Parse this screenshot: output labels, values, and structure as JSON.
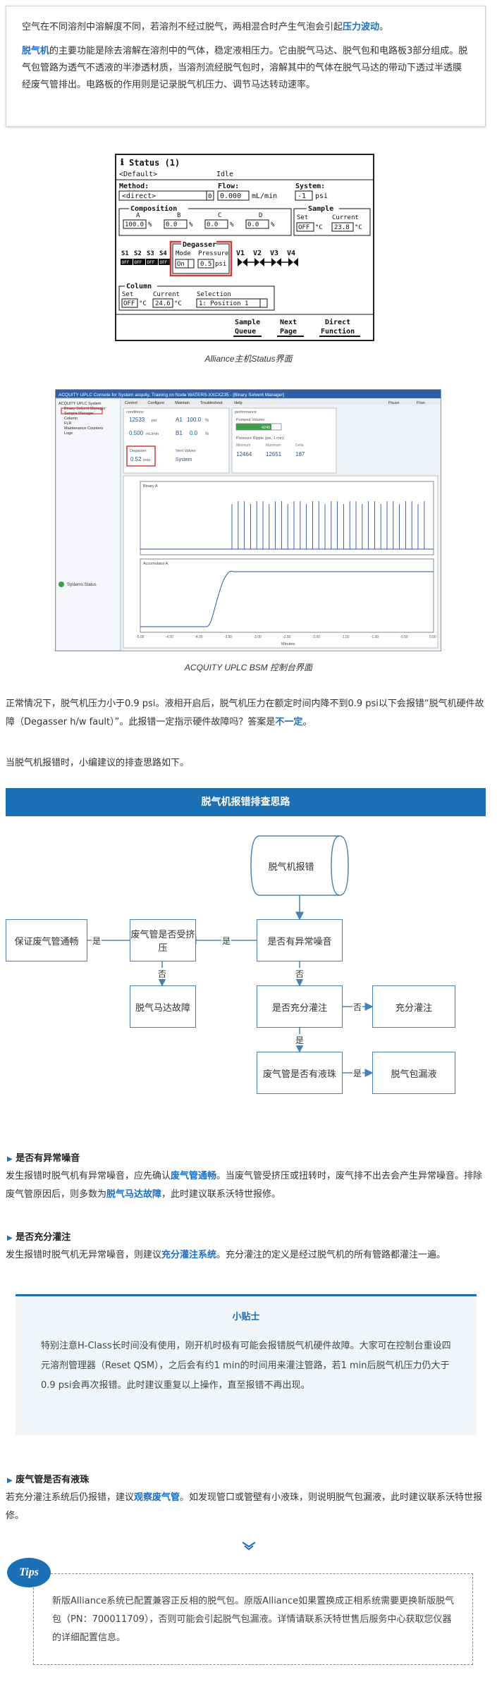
{
  "intro": {
    "p1_a": "空气在不同溶剂中溶解度不同，若溶剂不经过脱气，两相混合时产生气泡会引起",
    "p1_hl": "压力波动",
    "p1_b": "。",
    "p2_hl": "脱气机",
    "p2_a": "的主要功能是除去溶解在溶剂中的气体，稳定液相压力。它由脱气马达、脱气包和电路板3部分组成。脱气包管路为透气不透液的半渗透材质，当溶剂流经脱气包时，溶解其中的气体在脱气马达的带动下透过半透膜经废气管排出。电路板的作用则是记录脱气机压力、调节马达转动速率。"
  },
  "alliance": {
    "title": "Status (1)",
    "default_label": "<Default>",
    "idle": "Idle",
    "method_label": "Method:",
    "method_value": "<direct>",
    "method_num": "0",
    "flow_label": "Flow:",
    "flow_value": "0.000",
    "flow_unit": "mL/min",
    "system_label": "System:",
    "system_value": "-1",
    "system_unit": "psi",
    "composition_label": "Composition",
    "comp_letters": [
      "A",
      "B",
      "C",
      "D"
    ],
    "comp_values": [
      "100.0",
      "0.0",
      "0.0",
      "0.0"
    ],
    "pct": "%",
    "sample_label": "Sample",
    "sample_set_label": "Set",
    "sample_current_label": "Current",
    "sample_set_value": "OFF",
    "sample_current_value": "23.8",
    "deg_c": "°C",
    "s_labels": [
      "S1",
      "S2",
      "S3",
      "S4"
    ],
    "s_value": "OFF",
    "degasser_label": "Degasser",
    "mode_label": "Mode",
    "pressure_label": "Pressure",
    "mode_value": "On",
    "pressure_value": "0.5",
    "v_labels": [
      "V1",
      "V2",
      "V3",
      "V4"
    ],
    "column_label": "Column",
    "col_set_label": "Set",
    "col_current_label": "Current",
    "col_selection_label": "Selection",
    "col_set_value": "OFF",
    "col_current_value": "24.6",
    "col_selection_value": "1: Position 1",
    "btn_sample_queue": [
      "Sample",
      "Queue"
    ],
    "btn_next_page": [
      "Next",
      "Page"
    ],
    "btn_direct_function": [
      "Direct",
      "Function"
    ],
    "caption": "Alliance主机Status界面"
  },
  "acquity": {
    "title": "ACQUITY UPLC Console for System acquity, Training on Node WATERS-XXCXZ35 - [Binary Solvent Manager]",
    "tree": [
      "ACQUITY UPLC System",
      "Binary Solvent Manager",
      "Sample Manager",
      "Column",
      "FLR",
      "Maintenance Counters",
      "Logs"
    ],
    "menu": [
      "Control",
      "Configure",
      "Maintain",
      "Troubleshoot",
      "Help"
    ],
    "pause": "Pause",
    "flow_label": "Flow",
    "conditions_label": "conditions",
    "pressure_value": "12533",
    "pressure_unit": "psi",
    "flow_value": "0.500",
    "flow_unit": "mL/min",
    "a1_label": "A1",
    "a1_value": "100.0",
    "b1_label": "B1",
    "b1_value": "0.0",
    "pct": "%",
    "degasser_label": "Degasser",
    "degasser_value": "0.52",
    "degasser_unit": "psia",
    "vent_label": "Vent Valves",
    "vent_value": "System",
    "performance_label": "performance",
    "pumped_label": "Pumped Volume",
    "pumped_value": "4240 L",
    "ripple_label": "Pressure Ripple (psi, 1 min)",
    "ripple_heads": [
      "Minimum",
      "Maximum",
      "Delta"
    ],
    "ripple_values": [
      "12464",
      "12651",
      "187"
    ],
    "system_status": "Systems Status",
    "plot1_label": "Binary A",
    "plot2_label": "Accumulator A",
    "xlabel": "Minutes",
    "x_ticks": [
      "-5.00",
      "-4.50",
      "-4.00",
      "-3.50",
      "-3.00",
      "-2.50",
      "-2.00",
      "-1.50",
      "-1.00",
      "-0.50",
      "0.00"
    ],
    "caption": "ACQUITY UPLC BSM 控制台界面"
  },
  "para1_a": "正常情况下，脱气机压力小于0.9 psi。液相开启后，脱气机压力在额定时间内降不到0.9 psi以下会报错“脱气机硬件故障（Degasser h/w fault）”。此报错一定指示硬件故障吗？答案是",
  "para1_hl": "不一定",
  "para1_b": "。",
  "para2": "当脱气机报错时，小编建议的排查思路如下。",
  "banner": "脱气机报错排查思路",
  "flow": {
    "start": "脱气机报错",
    "q1": "是否有异常噪音",
    "q2": "废气管是否受挤压",
    "r1": "保证废气管通畅",
    "r2": "脱气马达故障",
    "q3": "是否充分灌注",
    "r3": "充分灌注",
    "q4": "废气管是否有液珠",
    "r4": "脱气包漏液",
    "yes": "是",
    "no": "否"
  },
  "sec1": {
    "title": "是否有异常噪音",
    "text_a": "发生报错时脱气机有异常噪音，应先确认",
    "hl1": "废气管通畅",
    "text_b": "。当废气管受挤压或扭转时，废气排不出去会产生异常噪音。排除废气管原因后，则多数为",
    "hl2": "脱气马达故障",
    "text_c": "，此时建议联系沃特世报修。"
  },
  "sec2": {
    "title": "是否充分灌注",
    "text_a": "发生报错时脱气机无异常噪音，则建议",
    "hl1": "充分灌注系统",
    "text_b": "。充分灌注的定义是经过脱气机的所有管路都灌注一遍。"
  },
  "tip": {
    "title": "小贴士",
    "text": "特别注意H-Class长时间没有使用，刚开机时极有可能会报错脱气机硬件故障。大家可在控制台重设四元溶剂管理器（Reset QSM），之后会有约1 min的时间用来灌注管路，若1 min后脱气机压力仍大于0.9 psi会再次报错。此时建议重复以上操作，直至报错不再出现。"
  },
  "sec3": {
    "title": "废气管是否有液珠",
    "text_a": "若充分灌注系统后仍报错，建议",
    "hl1": "观察废气管",
    "text_b": "。如发现管口或管壁有小液珠，则说明脱气包漏液，此时建议联系沃特世报修。"
  },
  "tips": {
    "badge": "Tips",
    "text": "新版Alliance系统已配置兼容正反相的脱气包。原版Alliance如果置换成正相系统需要更换新版脱气包（PN：700011709），否则可能会引起脱气包漏液。详情请联系沃特世售后服务中心获取您仪器的详细配置信息。"
  },
  "colors": {
    "accent": "#1b6fb5",
    "highlight": "#1f6fc0",
    "alert_red": "#d23b3b",
    "bar_green": "#3aa04a"
  }
}
